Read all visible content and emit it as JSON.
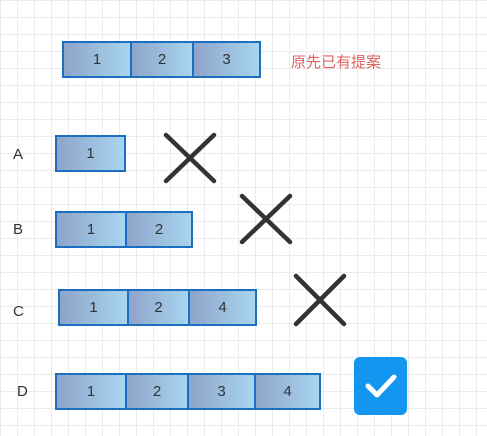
{
  "existing": {
    "cells": [
      "1",
      "2",
      "3"
    ],
    "note": "原先已有提案"
  },
  "options": [
    {
      "label": "A",
      "cells": [
        "1"
      ],
      "result": "wrong"
    },
    {
      "label": "B",
      "cells": [
        "1",
        "2"
      ],
      "result": "wrong"
    },
    {
      "label": "C",
      "cells": [
        "1",
        "2",
        "4"
      ],
      "result": "wrong"
    },
    {
      "label": "D",
      "cells": [
        "1",
        "2",
        "3",
        "4"
      ],
      "result": "correct"
    }
  ],
  "colors": {
    "border": "#1a6fc2",
    "note": "#e06060",
    "check": "#1296f0",
    "cross": "#333333"
  }
}
